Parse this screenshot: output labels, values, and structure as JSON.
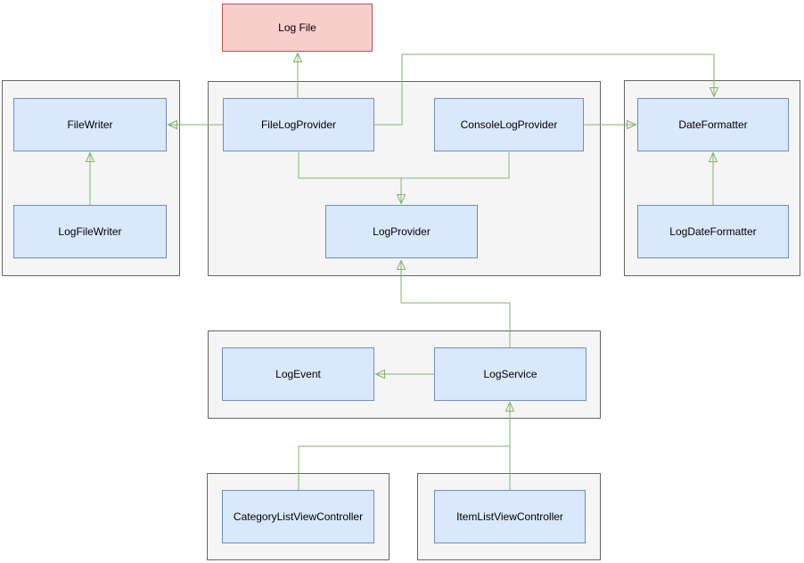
{
  "diagram": {
    "type": "class-architecture-diagram",
    "nodes": {
      "log_file": "Log File",
      "file_writer": "FileWriter",
      "log_file_writer": "LogFileWriter",
      "file_log_provider": "FileLogProvider",
      "console_log_provider": "ConsoleLogProvider",
      "log_provider": "LogProvider",
      "date_formatter": "DateFormatter",
      "log_date_formatter": "LogDateFormatter",
      "log_event": "LogEvent",
      "log_service": "LogService",
      "category_list_view_controller": "CategoryListViewController",
      "item_list_view_controller": "ItemListViewController"
    },
    "colors": {
      "class_fill": "#dae8fc",
      "class_border": "#6c8ebf",
      "file_fill": "#f8cecc",
      "file_border": "#b85450",
      "container_fill": "#f5f5f6",
      "container_border": "#666666",
      "connector": "#82b366",
      "background": "#ffffff"
    }
  }
}
